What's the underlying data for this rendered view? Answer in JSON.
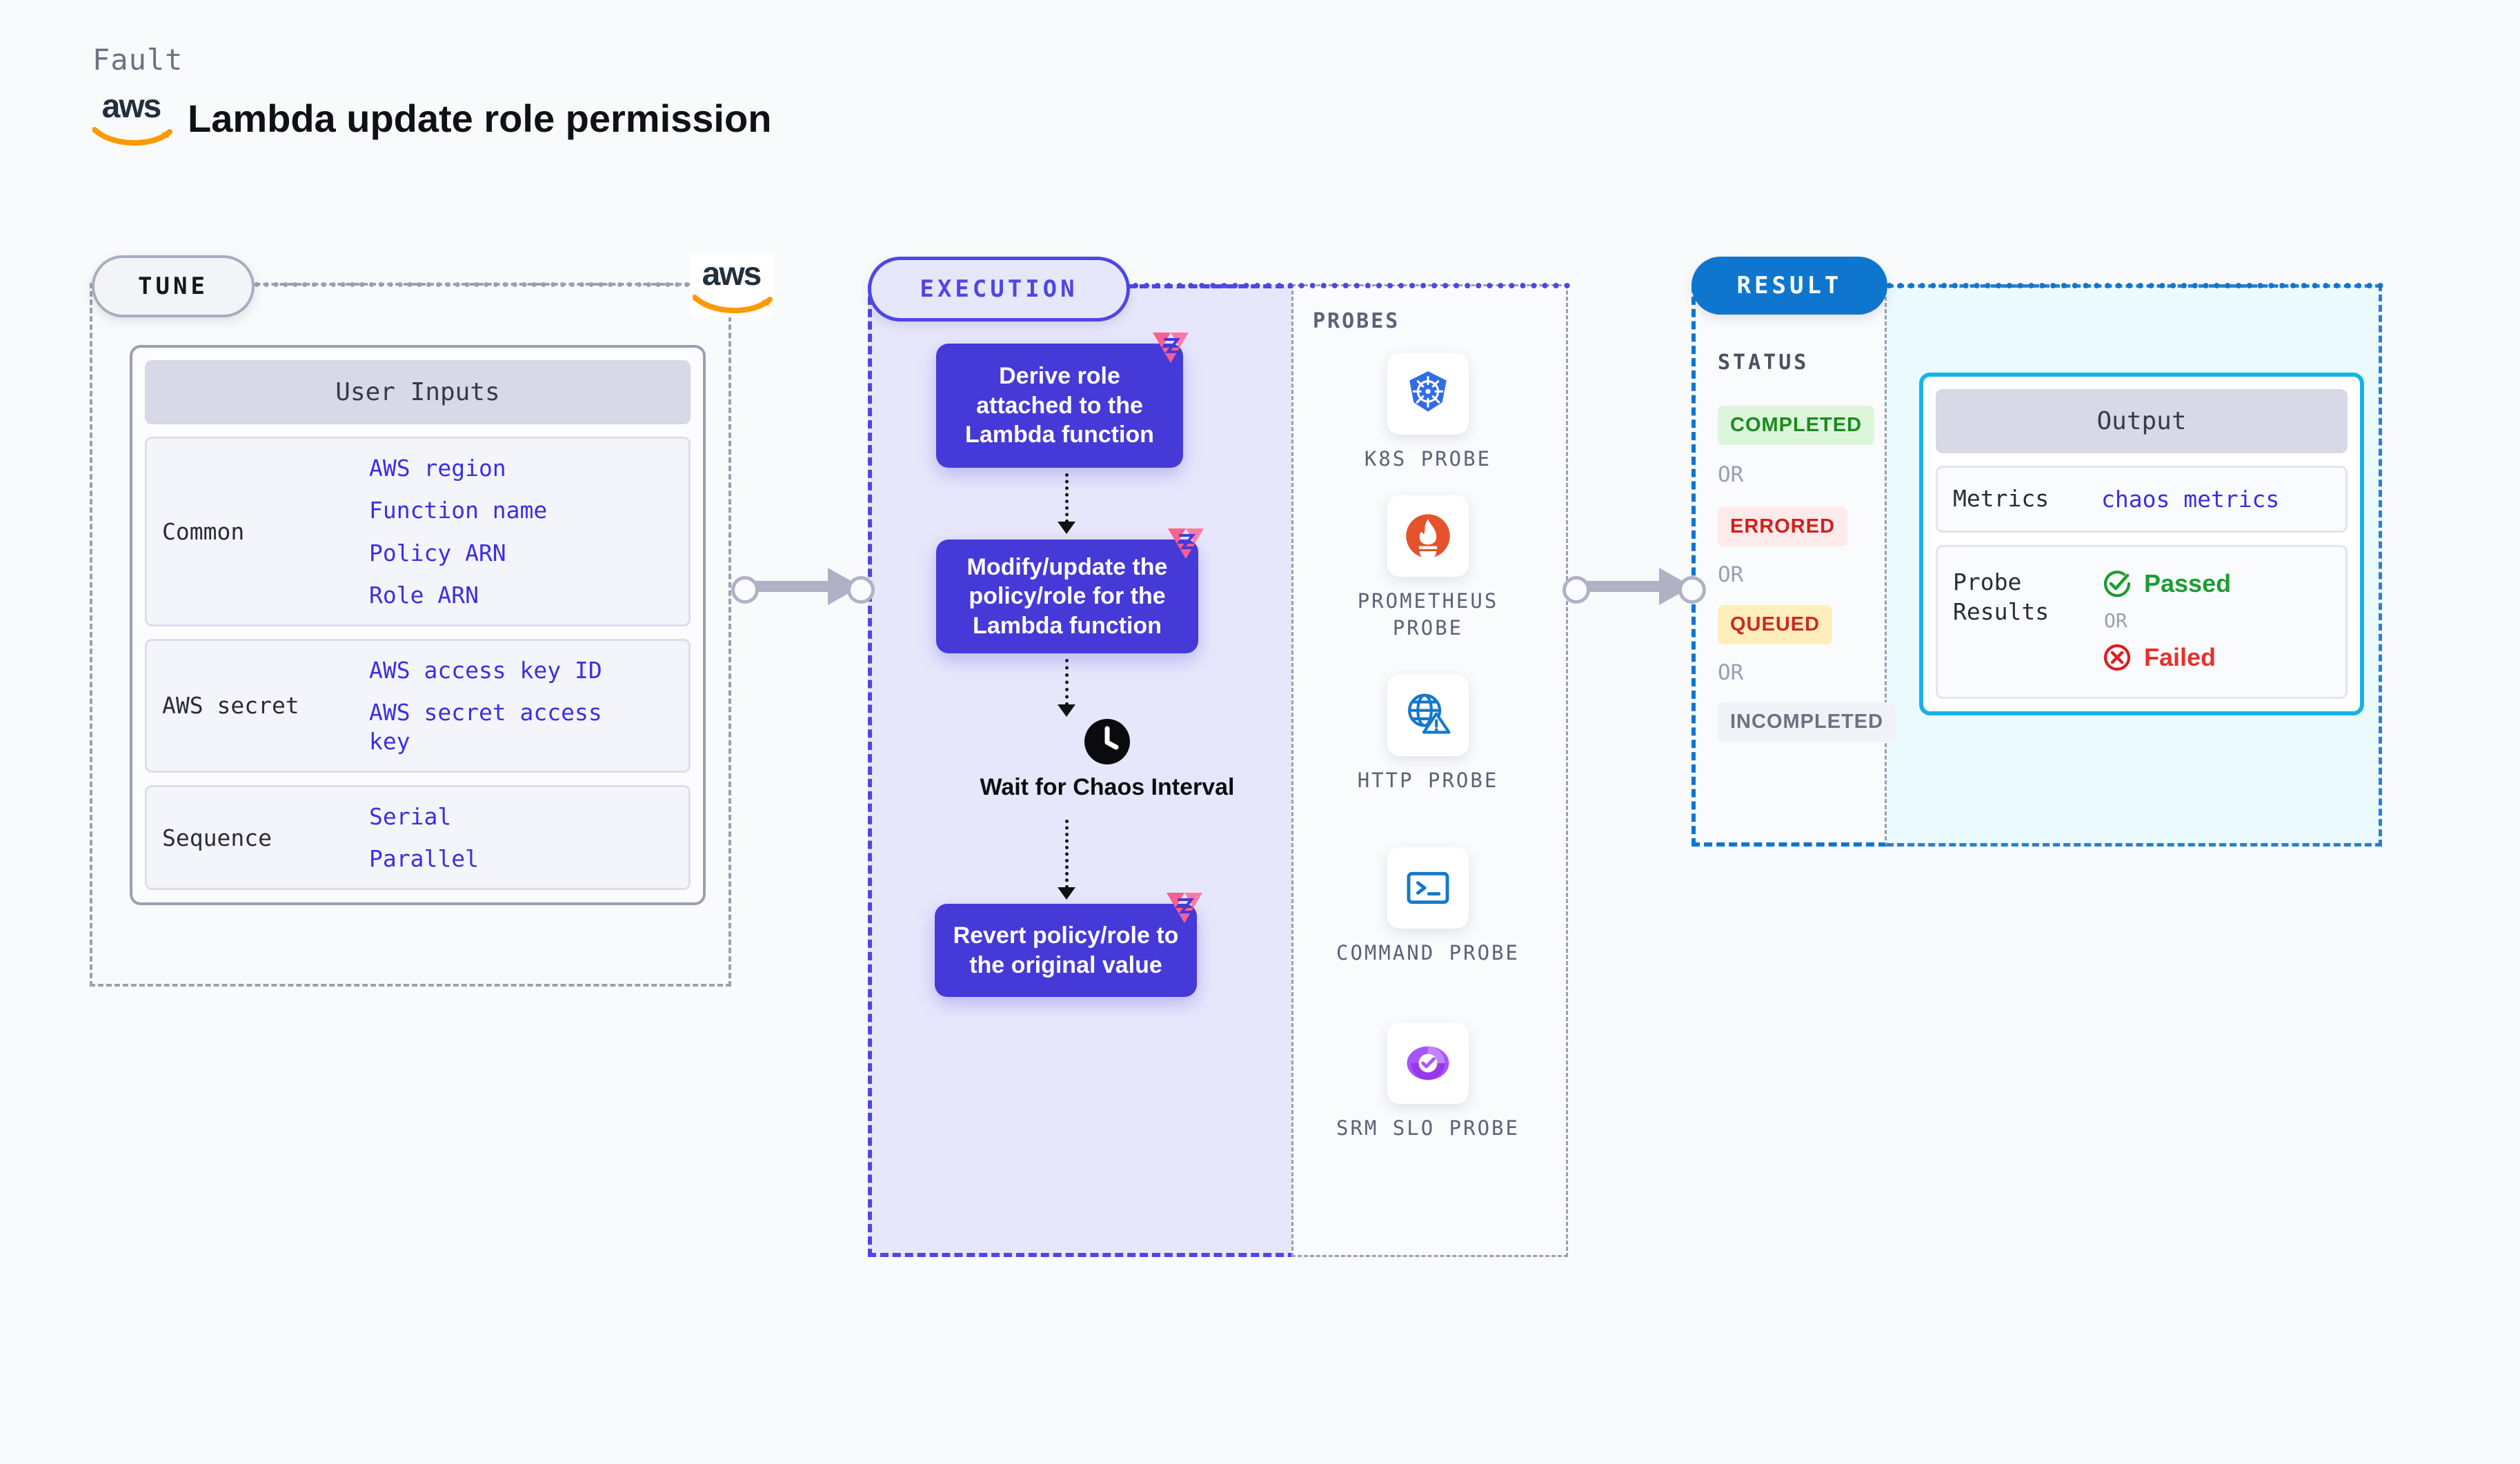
{
  "header": {
    "fault_label": "Fault",
    "title": "Lambda update role permission",
    "logo": "aws-logo"
  },
  "stages": {
    "tune": "TUNE",
    "execution": "EXECUTION",
    "result": "RESULT"
  },
  "tune": {
    "card_title": "User Inputs",
    "groups": [
      {
        "label": "Common",
        "values": [
          "AWS region",
          "Function name",
          "Policy ARN",
          "Role ARN"
        ]
      },
      {
        "label": "AWS secret",
        "values": [
          "AWS access key ID",
          "AWS secret access key"
        ]
      },
      {
        "label": "Sequence",
        "values": [
          "Serial",
          "Parallel"
        ]
      }
    ]
  },
  "execution": {
    "steps": [
      {
        "text": "Derive role attached to the Lambda function",
        "badge": "litmus-icon"
      },
      {
        "text": "Modify/update the policy/role for the Lambda function",
        "badge": "litmus-icon"
      },
      {
        "text": "Revert policy/role to the original value",
        "badge": "litmus-icon"
      }
    ],
    "wait": {
      "icon": "clock-icon",
      "label": "Wait for Chaos Interval"
    }
  },
  "probes": {
    "title": "PROBES",
    "items": [
      {
        "label": "K8S PROBE",
        "icon": "kubernetes-icon"
      },
      {
        "label": "PROMETHEUS PROBE",
        "icon": "prometheus-icon"
      },
      {
        "label": "HTTP PROBE",
        "icon": "http-globe-icon"
      },
      {
        "label": "COMMAND PROBE",
        "icon": "terminal-icon"
      },
      {
        "label": "SRM SLO PROBE",
        "icon": "srm-slo-icon"
      }
    ]
  },
  "result": {
    "status_title": "STATUS",
    "or_label": "OR",
    "statuses": [
      {
        "label": "COMPLETED",
        "bg": "#dcf6dc",
        "fg": "#1b8b1b"
      },
      {
        "label": "ERRORED",
        "bg": "#fdeaea",
        "fg": "#cf2020"
      },
      {
        "label": "QUEUED",
        "bg": "#fdeebc",
        "fg": "#c92a2a"
      },
      {
        "label": "INCOMPLETED",
        "bg": "#f1f2f7",
        "fg": "#6b7280"
      }
    ],
    "output": {
      "card_title": "Output",
      "metrics_label": "Metrics",
      "metrics_value": "chaos metrics",
      "probe_results_label": "Probe Results",
      "passed_label": "Passed",
      "failed_label": "Failed",
      "or_label": "OR",
      "passed_icon": "check-circle-icon",
      "failed_icon": "x-circle-icon"
    }
  },
  "colors": {
    "execution_purple": "#4539d8",
    "result_blue": "#0f76cf",
    "output_cyan": "#13b4e8",
    "litmus_pink": "#f95f8f",
    "aws_orange": "#ff9900"
  }
}
